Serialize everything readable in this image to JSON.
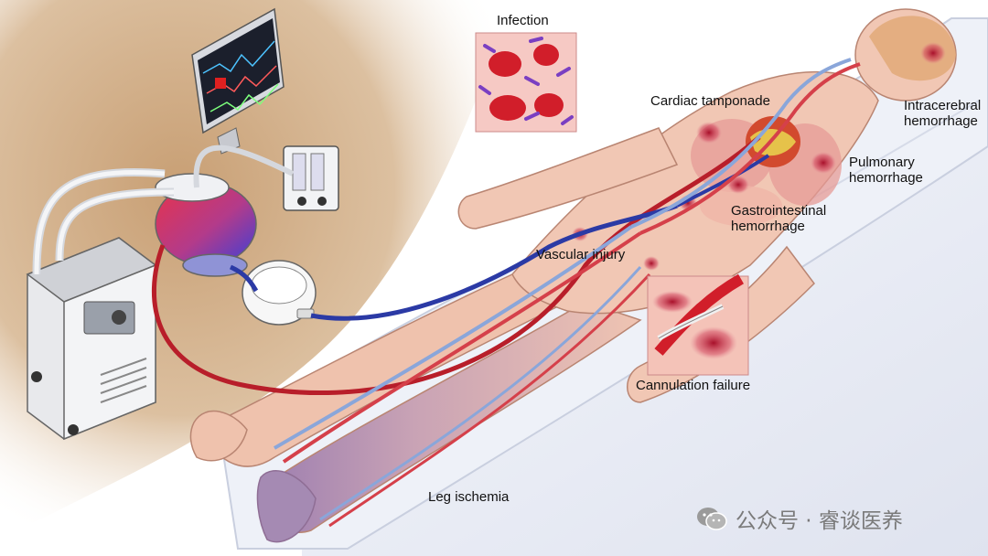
{
  "labels": {
    "infection": "Infection",
    "cardiac_tamponade": "Cardiac tamponade",
    "intracerebral_line1": "Intracerebral",
    "intracerebral_line2": "hemorrhage",
    "pulmonary_line1": "Pulmonary",
    "pulmonary_line2": "hemorrhage",
    "gastrointestinal_line1": "Gastrointestinal",
    "gastrointestinal_line2": "hemorrhage",
    "vascular_injury": "Vascular injury",
    "cannulation_failure": "Cannulation failure",
    "leg_ischemia": "Leg ischemia"
  },
  "watermark": {
    "text": "公众号 · 睿谈医养",
    "icon": "wechat-icon"
  },
  "colors": {
    "oxygenated_blood": "#c8202a",
    "deoxygenated_blood": "#2a3a9c",
    "skin": "#f1c7b4",
    "floor": "#c9a27a",
    "hemorrhage": "#a8102a"
  }
}
